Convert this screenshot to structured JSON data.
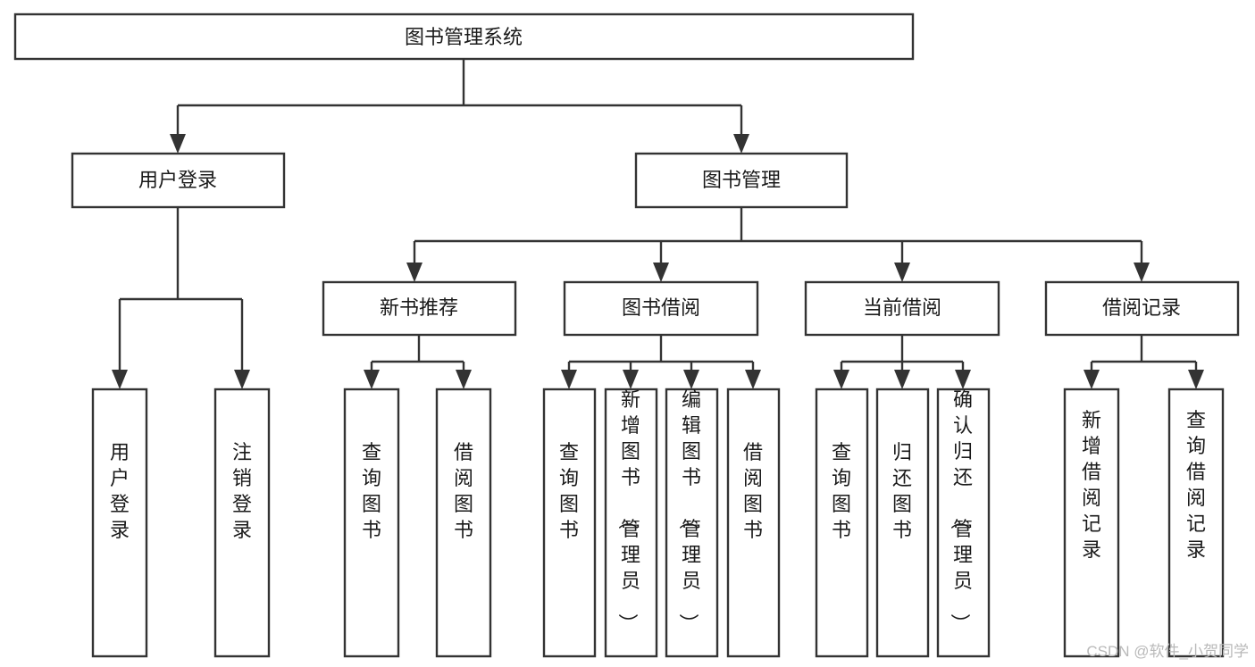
{
  "diagram": {
    "type": "tree-hierarchy-diagram",
    "title": "图书管理系统",
    "root": {
      "id": "root",
      "label": "图书管理系统",
      "level": 0
    },
    "level1": [
      {
        "id": "user-login",
        "label": "用户登录"
      },
      {
        "id": "book-management",
        "label": "图书管理"
      }
    ],
    "level2": [
      {
        "id": "new-book-recommend",
        "label": "新书推荐",
        "parent": "book-management"
      },
      {
        "id": "book-borrow",
        "label": "图书借阅",
        "parent": "book-management"
      },
      {
        "id": "current-borrow",
        "label": "当前借阅",
        "parent": "book-management"
      },
      {
        "id": "borrow-record",
        "label": "借阅记录",
        "parent": "book-management"
      }
    ],
    "leaves": [
      {
        "id": "leaf-user-login",
        "label": "用户登录",
        "parent": "user-login"
      },
      {
        "id": "leaf-user-logout",
        "label": "注销登录",
        "parent": "user-login"
      },
      {
        "id": "leaf-query-book-1",
        "label": "查询图书",
        "parent": "new-book-recommend"
      },
      {
        "id": "leaf-borrow-book-1",
        "label": "借阅图书",
        "parent": "new-book-recommend"
      },
      {
        "id": "leaf-query-book-2",
        "label": "查询图书",
        "parent": "book-borrow"
      },
      {
        "id": "leaf-add-book",
        "label": "新增图书（管理员）",
        "parent": "book-borrow"
      },
      {
        "id": "leaf-edit-book",
        "label": "编辑图书（管理员）",
        "parent": "book-borrow"
      },
      {
        "id": "leaf-borrow-book-2",
        "label": "借阅图书",
        "parent": "book-borrow"
      },
      {
        "id": "leaf-query-book-3",
        "label": "查询图书",
        "parent": "current-borrow"
      },
      {
        "id": "leaf-return-book",
        "label": "归还图书",
        "parent": "current-borrow"
      },
      {
        "id": "leaf-confirm-return",
        "label": "确认归还（管理员）",
        "parent": "current-borrow"
      },
      {
        "id": "leaf-add-record",
        "label": "新增借阅记录",
        "parent": "borrow-record"
      },
      {
        "id": "leaf-query-record",
        "label": "查询借阅记录",
        "parent": "borrow-record"
      }
    ],
    "colors": {
      "box_stroke": "#333333",
      "box_fill": "#ffffff",
      "text": "#1a1a1a",
      "connector": "#333333",
      "background": "#ffffff",
      "watermark": "#b9b9b9"
    }
  },
  "watermark": {
    "text": "CSDN @软件_小贺同学"
  }
}
